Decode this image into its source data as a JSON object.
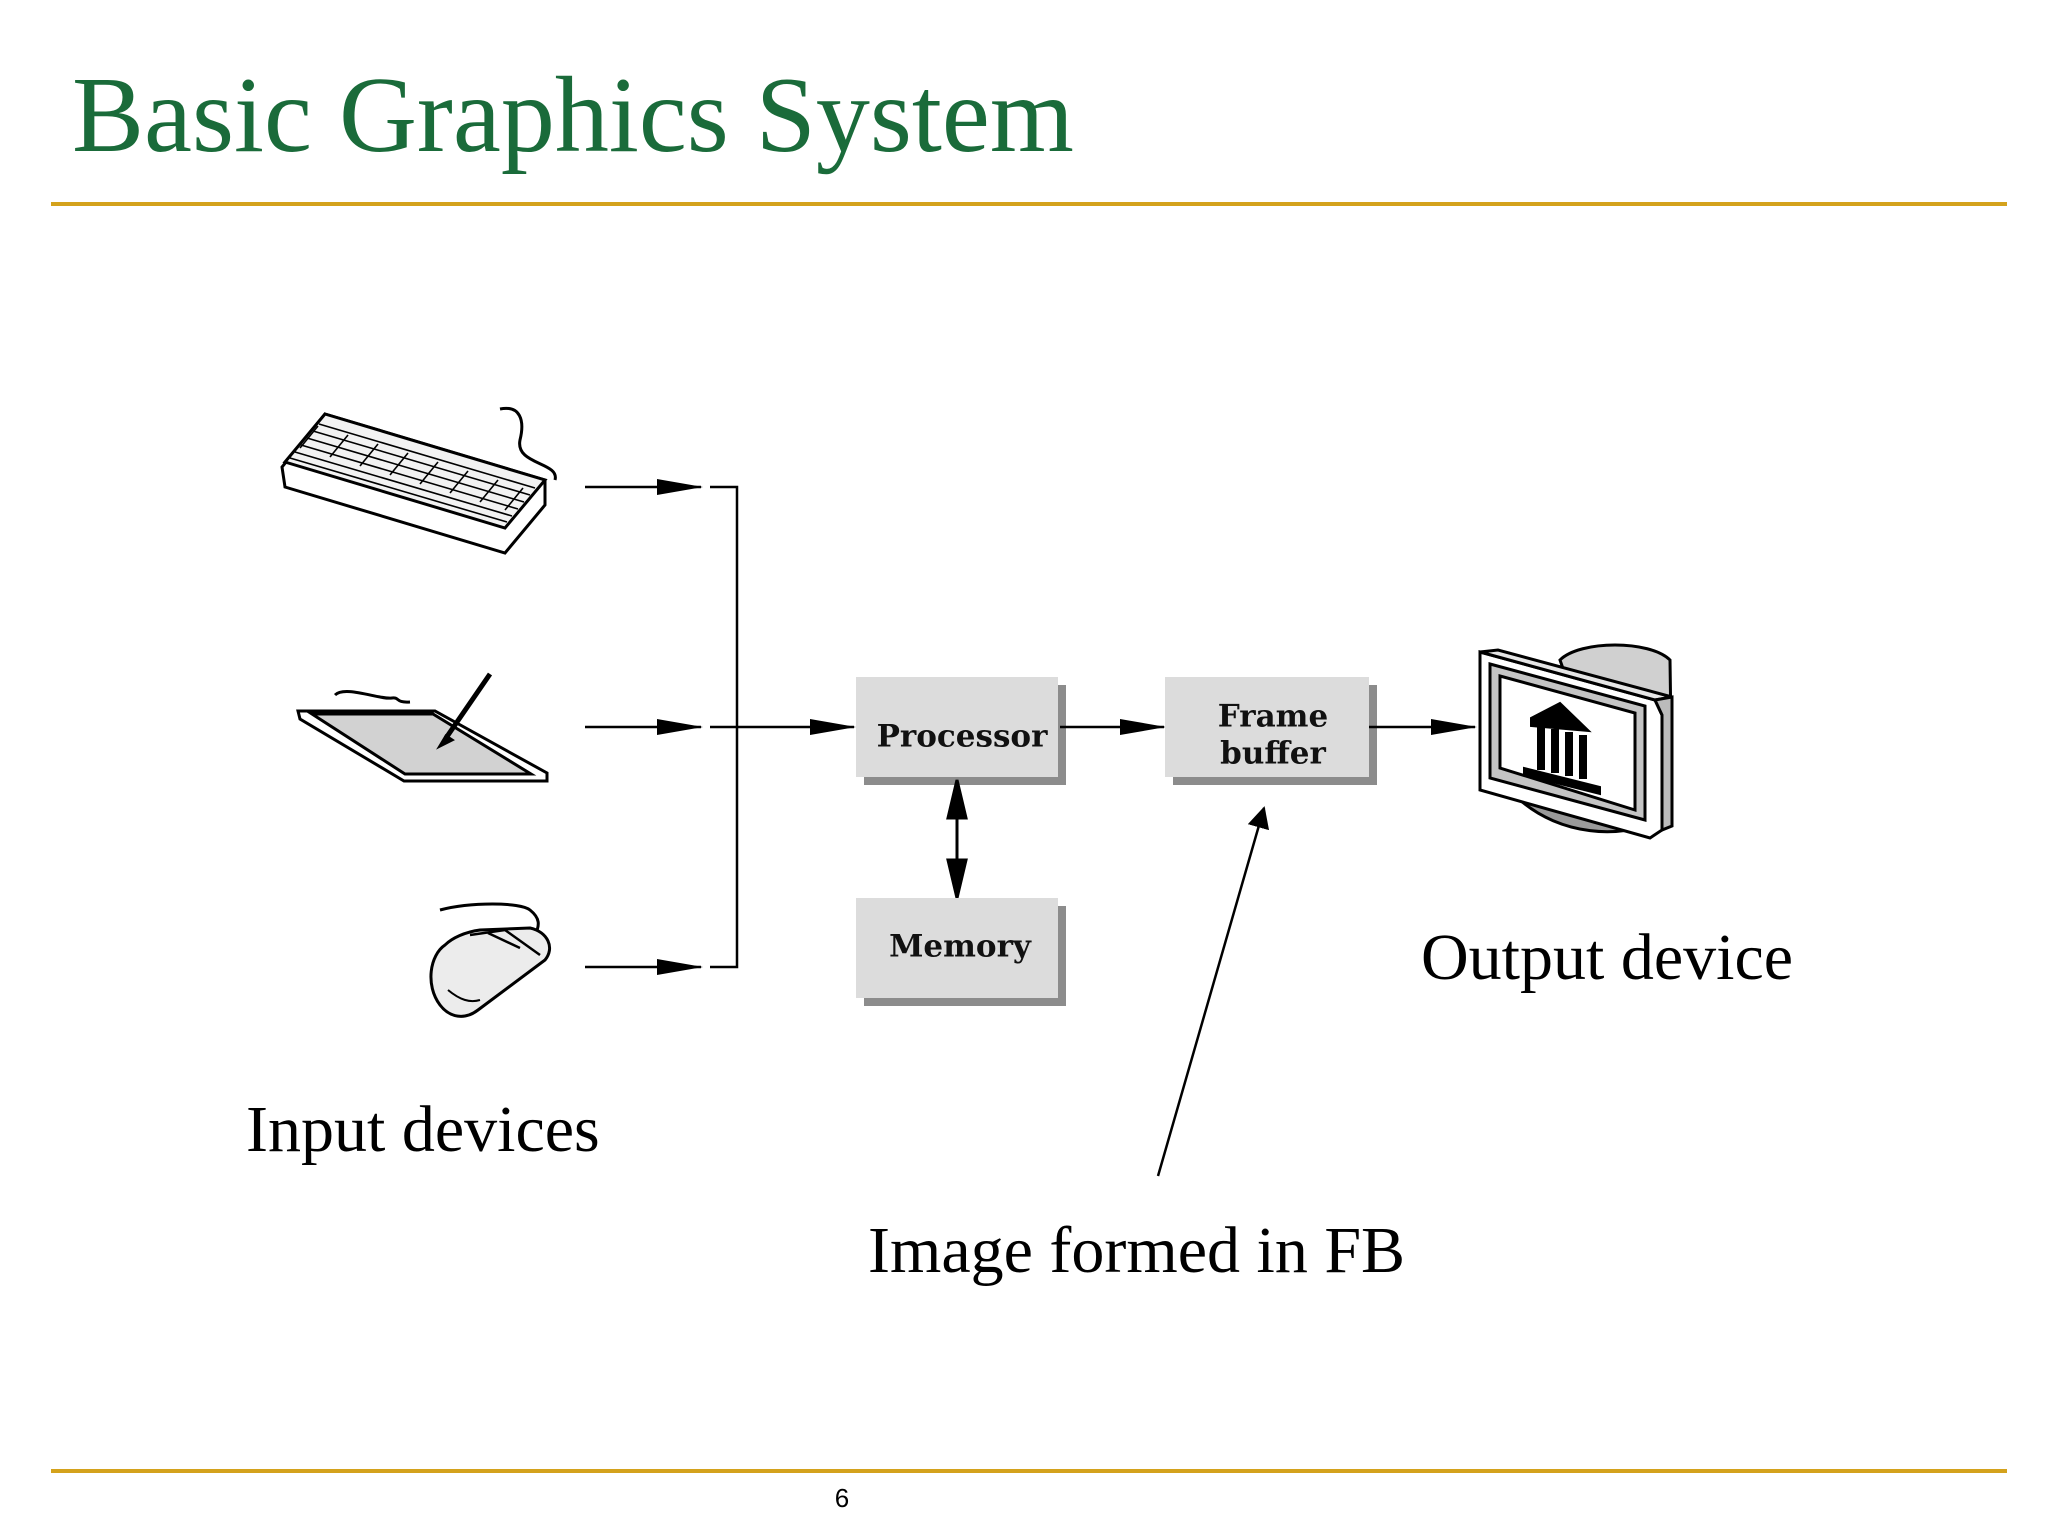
{
  "slide": {
    "title": "Basic Graphics System",
    "page_number": "6",
    "colors": {
      "title": "#1a6b3a",
      "rule": "#d4a21c",
      "box_fill": "#dcdcdc",
      "box_shadow": "#8c8c8c"
    }
  },
  "diagram": {
    "inputs": [
      {
        "icon": "keyboard-icon"
      },
      {
        "icon": "tablet-stylus-icon"
      },
      {
        "icon": "mouse-icon"
      }
    ],
    "boxes": {
      "processor": "Processor",
      "frame_buffer_line1": "Frame",
      "frame_buffer_line2": "buffer",
      "memory": "Memory"
    },
    "output_icon": "crt-monitor-icon",
    "labels": {
      "input_devices": "Input devices",
      "output_device": "Output device",
      "image_formed": "Image formed in FB"
    }
  }
}
